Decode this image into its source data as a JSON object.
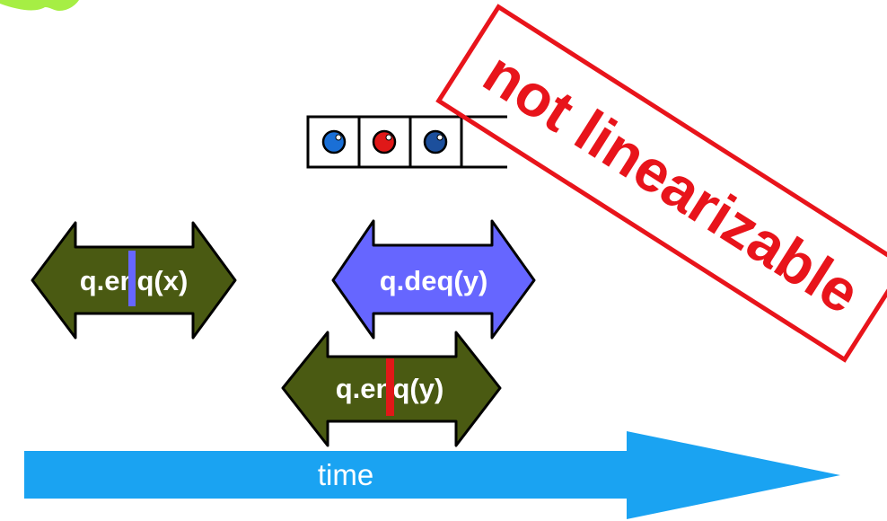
{
  "colors": {
    "decoration_green": "#a6ee44",
    "method_call_green": "#4a5a12",
    "method_call_blue": "#6666ff",
    "time_blue": "#1aa3f2",
    "stamp_red": "#e8141b",
    "token_blue": "#1a6fd6",
    "token_red": "#e01818",
    "token_dark_blue": "#1c4f9c"
  },
  "queue": {
    "tokens": [
      {
        "icon": "blue-ball-icon",
        "color": "#1a6fd6"
      },
      {
        "icon": "red-ball-icon",
        "color": "#e01818"
      },
      {
        "icon": "blue-ball-icon",
        "color": "#1c4f9c"
      }
    ]
  },
  "calls": [
    {
      "label": "q.enq(x)",
      "color": "#4a5a12",
      "marker_color": "#6666ff"
    },
    {
      "label": "q.deq(y)",
      "color": "#6666ff"
    },
    {
      "label": "q.enq(y)",
      "color": "#4a5a12",
      "marker_color": "#e01818"
    }
  ],
  "timeline": {
    "label": "time"
  },
  "stamp": {
    "text": "not linearizable"
  }
}
